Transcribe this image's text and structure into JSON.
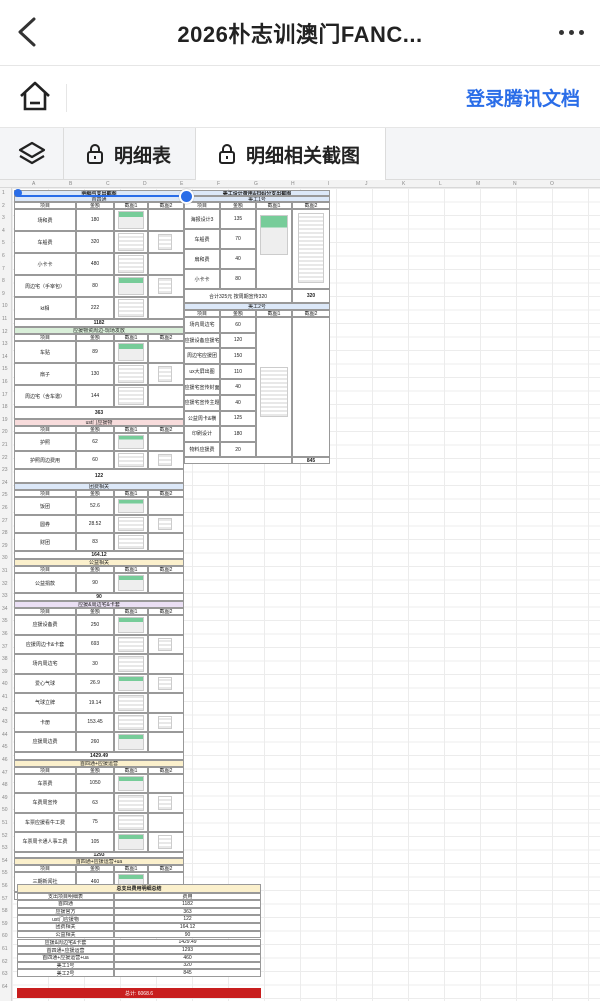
{
  "nav": {
    "title": "2026朴志训澳门FANC...",
    "back_icon": "chevron-left-icon",
    "more_icon": "more-dots-icon"
  },
  "docbar": {
    "home_icon": "home-icon",
    "login_label": "登录腾讯文档",
    "accent": "#2a6de8"
  },
  "tabs": [
    {
      "label": "明细表",
      "icon": "lock-icon"
    },
    {
      "label": "明细相关截图",
      "icon": "lock-icon"
    }
  ],
  "columns": [
    "A",
    "B",
    "C",
    "D",
    "E",
    "F",
    "G",
    "H",
    "I",
    "J",
    "K",
    "L",
    "M",
    "N",
    "O"
  ],
  "sheet": {
    "left_title": "明细与支出截图",
    "sec1": "首四通",
    "hdr": {
      "item": "项目",
      "amount": "金额",
      "shot1": "截图1",
      "shot2": "截图2"
    },
    "rows1": [
      {
        "item": "场和费",
        "amount": "180"
      },
      {
        "item": "车船费",
        "amount": "320"
      },
      {
        "item": "小卡卡",
        "amount": "480"
      },
      {
        "item": "周边宅（手宰包）",
        "amount": "80"
      },
      {
        "item": "kt相",
        "amount": "222"
      }
    ],
    "sum1": "1182",
    "sec2": "应援物资周边-现场发放",
    "rows2": [
      {
        "item": "车贴",
        "amount": "89"
      },
      {
        "item": "扇子",
        "amount": "130"
      },
      {
        "item": "周边宅（含车邀）",
        "amount": "144"
      }
    ],
    "sum2": "363",
    "sec3": "ust门应援物",
    "rows3": [
      {
        "item": "护照",
        "amount": "62"
      },
      {
        "item": "护照周边费用",
        "amount": "60"
      }
    ],
    "sum3": "122",
    "sec4": "团费相关",
    "rows4": [
      {
        "item": "饭团",
        "amount": "52.6"
      },
      {
        "item": "圆券",
        "amount": "28.52"
      },
      {
        "item": "财团",
        "amount": "83"
      }
    ],
    "sum4": "164.12",
    "sec5": "公益相关",
    "rows5": [
      {
        "item": "公益捐款",
        "amount": "90"
      }
    ],
    "sum5": "90",
    "sec6": "应援&周边宅&卡套",
    "rows6": [
      {
        "item": "应援设备费",
        "amount": "250"
      },
      {
        "item": "应援周边卡&卡套",
        "amount": "693"
      },
      {
        "item": "场内周边宅",
        "amount": "30"
      },
      {
        "item": "爱心气球",
        "amount": "26.9"
      },
      {
        "item": "气球立牌",
        "amount": "19.14"
      },
      {
        "item": "卡册",
        "amount": "153.45"
      },
      {
        "item": "应援周边费",
        "amount": "260"
      }
    ],
    "sum6": "1429.49",
    "sec7": "首四通+应援运营",
    "rows7": [
      {
        "item": "车票费",
        "amount": "1050"
      },
      {
        "item": "车费周宣传",
        "amount": "63"
      },
      {
        "item": "车票应援看牛工费",
        "amount": "75"
      },
      {
        "item": "车票周卡通人事工费",
        "amount": "105"
      }
    ],
    "sum7": "1293",
    "sec8": "首四通+应援运营+ua",
    "rows8": [
      {
        "item": "三期新闻社",
        "amount": "460"
      }
    ],
    "sum8": "460",
    "right_title": "美工设计费用&扫码分支出截图",
    "r_sec1": "美工1号",
    "r_rows1": [
      {
        "item": "海报设计3",
        "amount": "135"
      },
      {
        "item": "车船费",
        "amount": "70"
      },
      {
        "item": "扇和费",
        "amount": "40"
      },
      {
        "item": "小卡卡",
        "amount": "80"
      }
    ],
    "r_note1": "合计325元 按周期宣传320",
    "r_sum1": "320",
    "r_sec2": "美工2号",
    "r_rows2": [
      {
        "item": "场内周边宅",
        "amount": "60"
      },
      {
        "item": "应援设备应援宅",
        "amount": "120"
      },
      {
        "item": "周边宅应援团",
        "amount": "150"
      },
      {
        "item": "ux大屏出图",
        "amount": "110"
      },
      {
        "item": "应援宅宣传封面",
        "amount": "40"
      },
      {
        "item": "应援宅宣传主题",
        "amount": "40"
      },
      {
        "item": "公益周卡&横",
        "amount": "125"
      },
      {
        "item": "印刷设计",
        "amount": "180"
      },
      {
        "item": "物料应援费",
        "amount": "20"
      }
    ],
    "r_sum2": "845",
    "summary_title": "总支出费用明细总结",
    "summary_hdr": {
      "item": "支出项目明细表",
      "cost": "费用"
    },
    "summary": [
      {
        "item": "首四通",
        "cost": "1182"
      },
      {
        "item": "应援官方",
        "cost": "363"
      },
      {
        "item": "ust门应援物",
        "cost": "122"
      },
      {
        "item": "团费相关",
        "cost": "164.12"
      },
      {
        "item": "公益相关",
        "cost": "90"
      },
      {
        "item": "应援&周边宅&卡套",
        "cost": "1429.49"
      },
      {
        "item": "首四通+应援运营",
        "cost": "1293"
      },
      {
        "item": "首四通+应援运营+ua",
        "cost": "460"
      },
      {
        "item": "美工1号",
        "cost": "320"
      },
      {
        "item": "美工2号",
        "cost": "845"
      }
    ],
    "total": "总计: 6068.6",
    "total_color": "#c81e1e"
  }
}
